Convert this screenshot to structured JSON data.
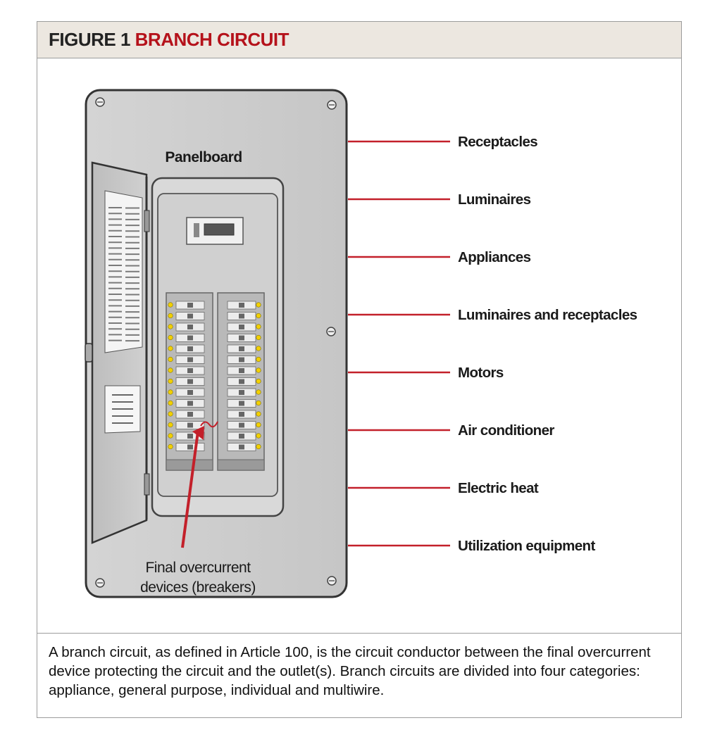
{
  "figure": {
    "label": "FIGURE 1",
    "title": "BRANCH CIRCUIT",
    "accent_color": "#b5121b"
  },
  "diagram": {
    "panel_label": "Panelboard",
    "callout_line1": "Final overcurrent",
    "callout_line2": "devices (breakers)",
    "loads": [
      "Receptacles",
      "Luminaires",
      "Appliances",
      "Luminaires and receptacles",
      "Motors",
      "Air conditioner",
      "Electric heat",
      "Utilization equipment"
    ],
    "line_color": "#c3202a",
    "indicator_color": "#f2d000"
  },
  "caption": "A branch circuit, as defined in Article 100, is the circuit conductor between the final overcurrent device protecting the circuit and the outlet(s). Branch circuits are divided into four categories: appliance, general purpose, individual and multiwire."
}
